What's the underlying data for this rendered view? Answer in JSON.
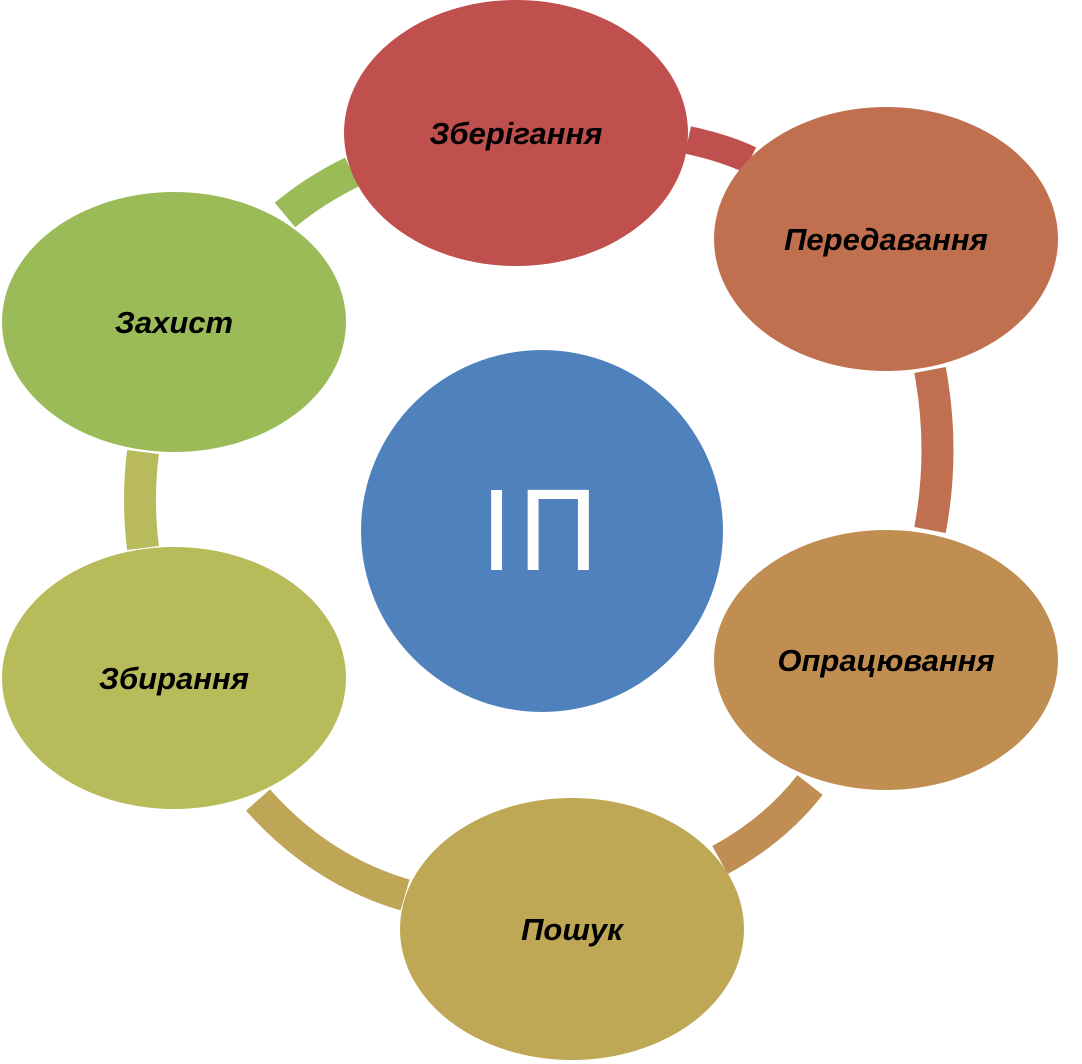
{
  "diagram": {
    "center": {
      "label": "ІП",
      "color": "#4F81BD"
    },
    "nodes": [
      {
        "id": "zberigannya",
        "label": "Зберігання",
        "color": "#C0504D"
      },
      {
        "id": "peredavannya",
        "label": "Передавання",
        "color": "#C0704F"
      },
      {
        "id": "opratsyuvannya",
        "label": "Опрацювання",
        "color": "#C08E51"
      },
      {
        "id": "poshuk",
        "label": "Пошук",
        "color": "#BEA855"
      },
      {
        "id": "zbyrannya",
        "label": "Збирання",
        "color": "#B8BB5A"
      },
      {
        "id": "zakhyst",
        "label": "Захист",
        "color": "#9BBB59"
      }
    ],
    "connectors": [
      {
        "from": "zberigannya",
        "to": "peredavannya",
        "color": "#C0504D"
      },
      {
        "from": "peredavannya",
        "to": "opratsyuvannya",
        "color": "#C07050"
      },
      {
        "from": "opratsyuvannya",
        "to": "poshuk",
        "color": "#C08E52"
      },
      {
        "from": "poshuk",
        "to": "zbyrannya",
        "color": "#BFA656"
      },
      {
        "from": "zbyrannya",
        "to": "zakhyst",
        "color": "#B8BA5C"
      },
      {
        "from": "zakhyst",
        "to": "zberigannya",
        "color": "#9BBB59"
      }
    ]
  }
}
